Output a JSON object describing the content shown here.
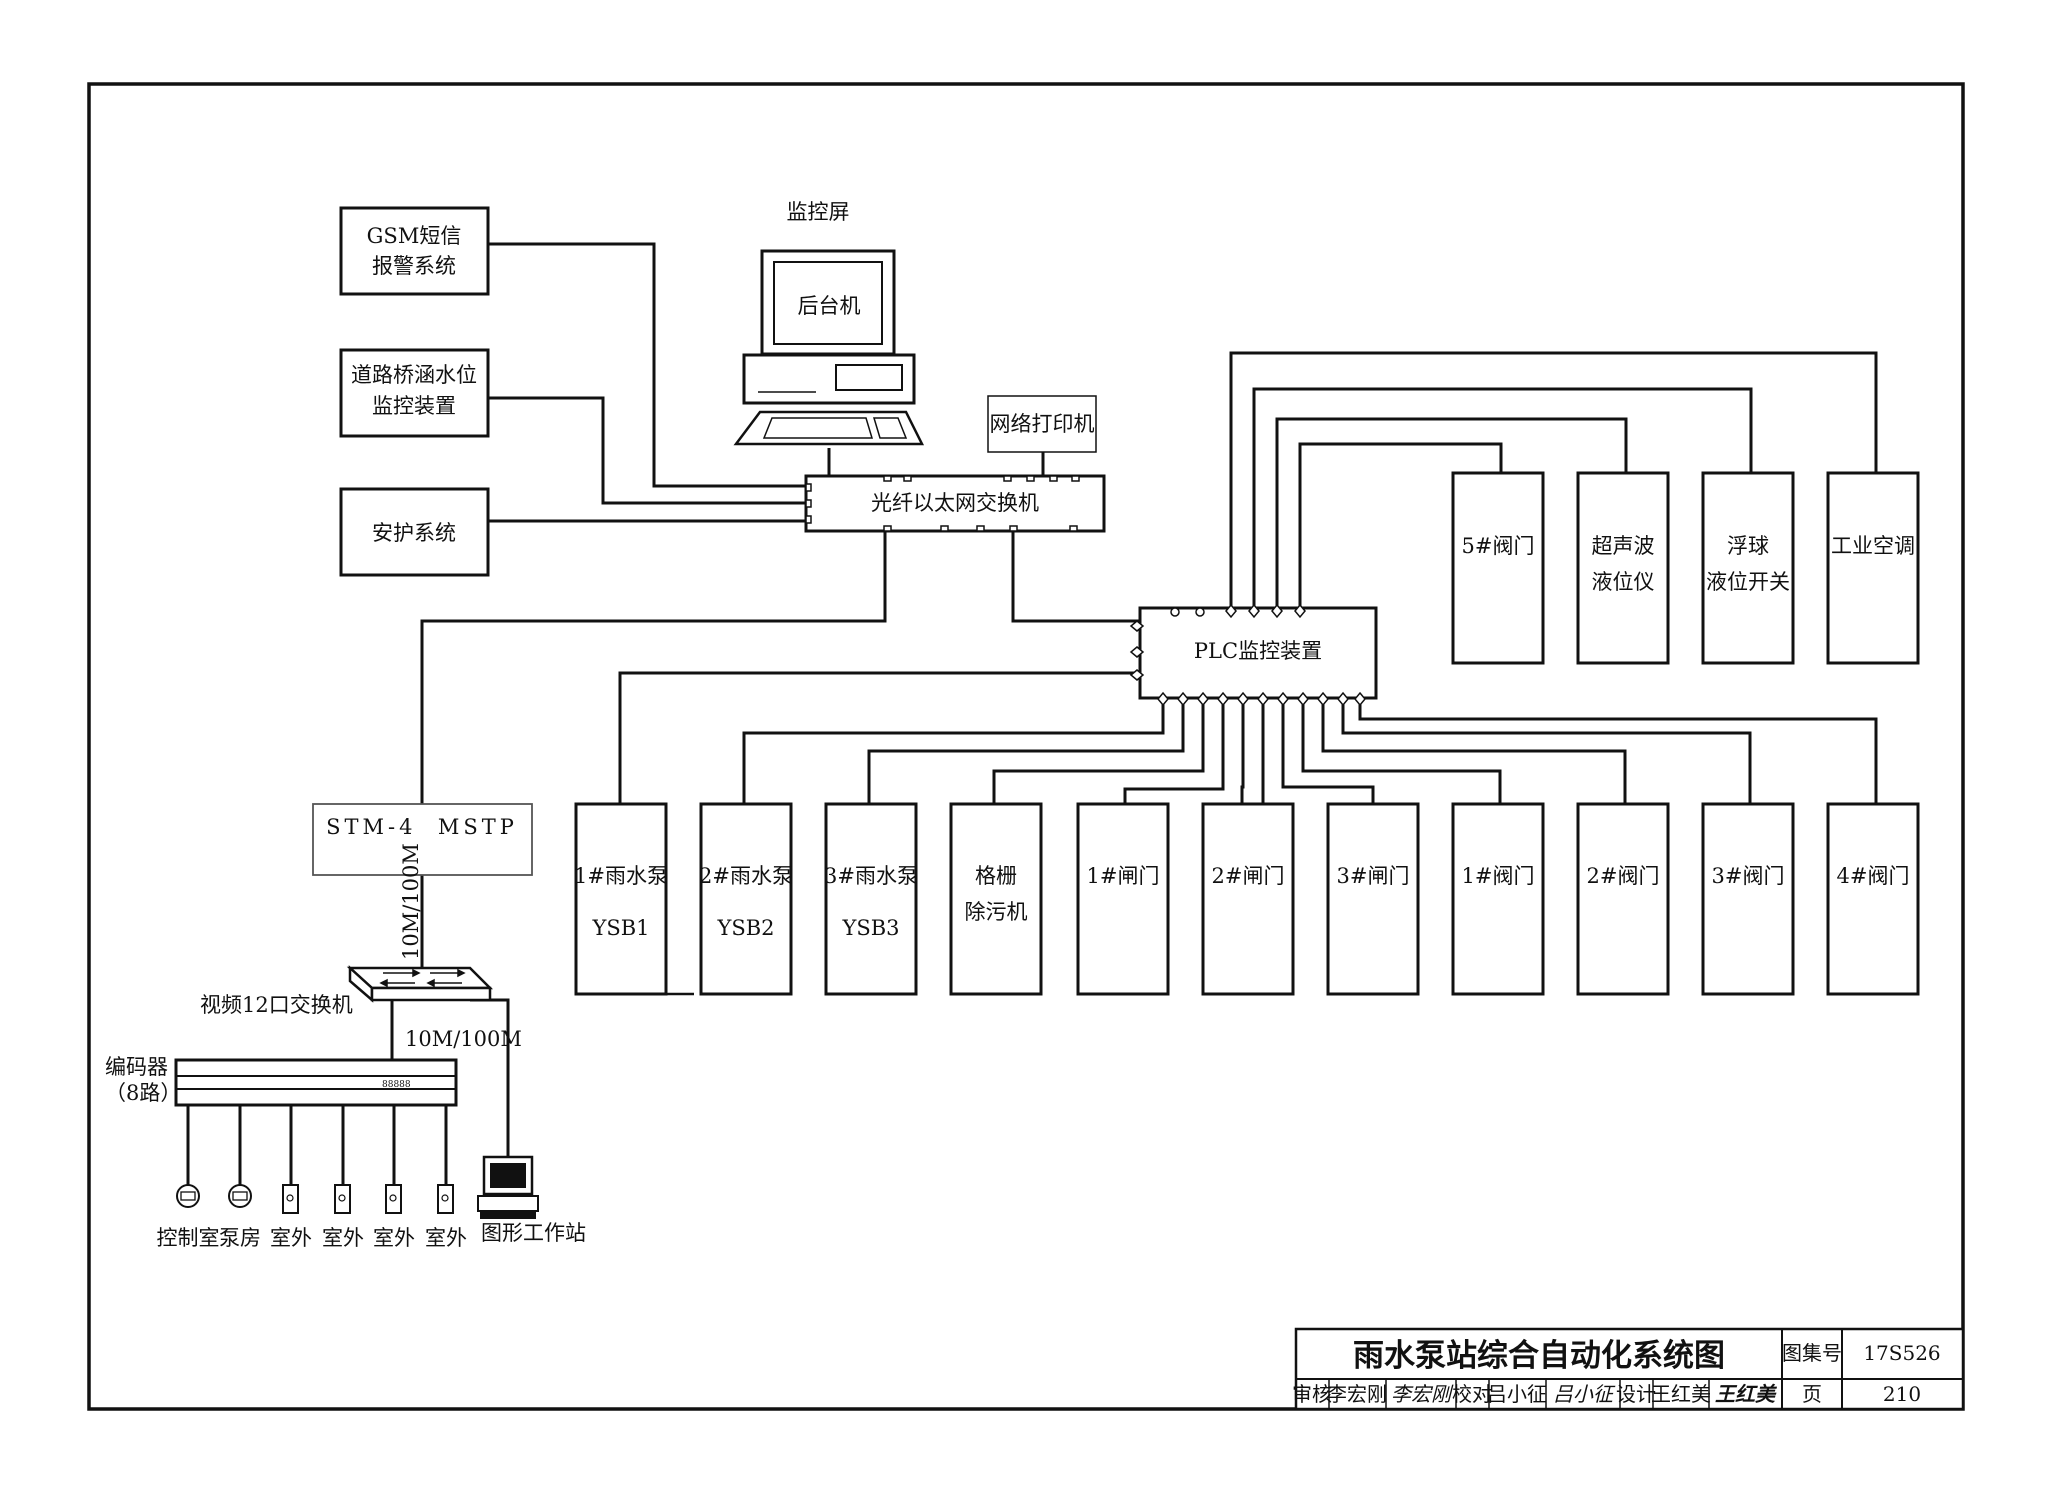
{
  "left_boxes": {
    "gsm": [
      "GSM短信",
      "报警系统"
    ],
    "bridge": [
      "道路桥涵水位",
      "监控装置"
    ],
    "security": "安护系统"
  },
  "computer": {
    "caption": "监控屏",
    "screen": "后台机"
  },
  "printer": "网络打印机",
  "fiber_switch": "光纤以太网交换机",
  "plc": "PLC监控装置",
  "stm": "STM-4  MSTP",
  "links": {
    "v_speed": "10M/100M",
    "h_speed": "10M/100M"
  },
  "video_switch": "视频12口交换机",
  "encoder": {
    "label": "编码器",
    "sub": "（8路）",
    "display": "88888"
  },
  "cameras": [
    "控制室",
    "泵房",
    "室外",
    "室外",
    "室外",
    "室外"
  ],
  "workstation": "图形工作站",
  "top_devices": [
    {
      "lines": [
        "5#阀门"
      ]
    },
    {
      "lines": [
        "超声波",
        "液位仪"
      ]
    },
    {
      "lines": [
        "浮球",
        "液位开关"
      ]
    },
    {
      "lines": [
        "工业空调"
      ]
    }
  ],
  "bottom_devices": [
    {
      "lines": [
        "1#雨水泵",
        "YSB1"
      ]
    },
    {
      "lines": [
        "2#雨水泵",
        "YSB2"
      ]
    },
    {
      "lines": [
        "3#雨水泵",
        "YSB3"
      ]
    },
    {
      "lines": [
        "格栅",
        "除污机"
      ]
    },
    {
      "lines": [
        "1#闸门"
      ]
    },
    {
      "lines": [
        "2#闸门"
      ]
    },
    {
      "lines": [
        "3#闸门"
      ]
    },
    {
      "lines": [
        "1#阀门"
      ]
    },
    {
      "lines": [
        "2#阀门"
      ]
    },
    {
      "lines": [
        "3#阀门"
      ]
    },
    {
      "lines": [
        "4#阀门"
      ]
    }
  ],
  "title_block": {
    "title": "雨水泵站综合自动化系统图",
    "atlas_label": "图集号",
    "atlas_no": "17S526",
    "review_label": "审核",
    "reviewer": "李宏刚",
    "reviewer_sign": "李宏刚",
    "check_label": "校对",
    "checker": "吕小征",
    "checker_sign": "吕小征",
    "design_label": "设计",
    "designer": "王红美",
    "designer_sign": "王红美",
    "page_label": "页",
    "page_no": "210"
  }
}
